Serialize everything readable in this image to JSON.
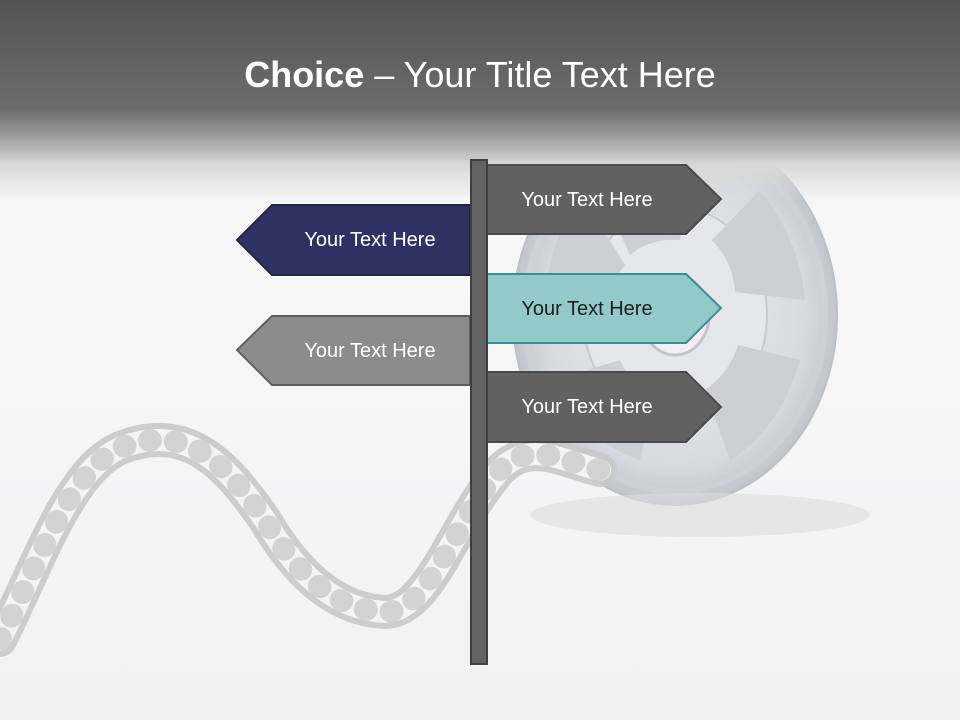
{
  "slide": {
    "title_bold": "Choice",
    "title_rest": " – Your Title Text Here"
  },
  "signs": [
    {
      "label": "Your Text Here",
      "direction": "right",
      "fill": "#616161",
      "text_color": "#ffffff"
    },
    {
      "label": "Your Text Here",
      "direction": "left",
      "fill": "#2f3162",
      "text_color": "#ffffff"
    },
    {
      "label": "Your Text Here",
      "direction": "right",
      "fill": "#93c9c9",
      "text_color": "#1e1e1e"
    },
    {
      "label": "Your Text Here",
      "direction": "left",
      "fill": "#8c8c8c",
      "text_color": "#ffffff"
    },
    {
      "label": "Your Text Here",
      "direction": "right",
      "fill": "#616161",
      "text_color": "#ffffff"
    }
  ],
  "colors": {
    "header_dark": "#535353",
    "post": "#636363",
    "film": "#c9c9c9"
  }
}
